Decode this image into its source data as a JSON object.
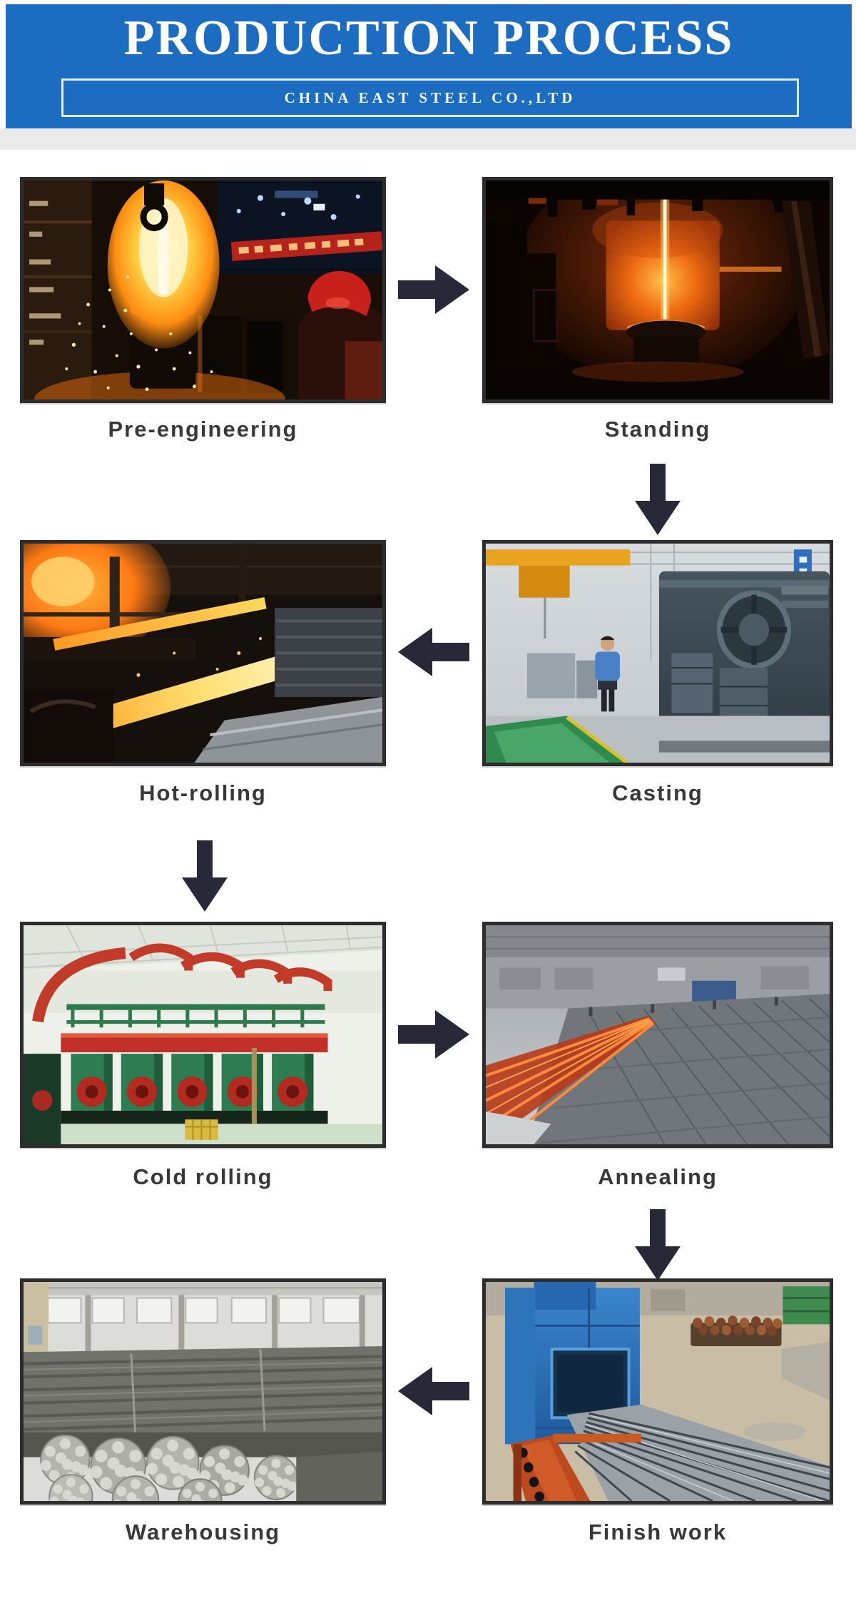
{
  "header": {
    "title": "PRODUCTION PROCESS",
    "company": "CHINA EAST STEEL CO.,LTD"
  },
  "steps": [
    {
      "label": "Pre-engineering"
    },
    {
      "label": "Standing"
    },
    {
      "label": "Hot-rolling"
    },
    {
      "label": "Casting"
    },
    {
      "label": "Cold rolling"
    },
    {
      "label": "Annealing"
    },
    {
      "label": "Warehousing"
    },
    {
      "label": "Finish work"
    }
  ],
  "flow_arrows": [
    {
      "between": "Pre-engineering to Standing",
      "direction": "right"
    },
    {
      "between": "Standing to Casting",
      "direction": "down"
    },
    {
      "between": "Casting to Hot-rolling",
      "direction": "left"
    },
    {
      "between": "Hot-rolling to Cold rolling",
      "direction": "down"
    },
    {
      "between": "Cold rolling to Annealing",
      "direction": "right"
    },
    {
      "between": "Annealing to Finish work",
      "direction": "down"
    },
    {
      "between": "Finish work to Warehousing",
      "direction": "left"
    }
  ],
  "colors": {
    "banner_blue": "#1c6dc1",
    "banner_border": "#ddeef9",
    "substrip_gray": "#eaeaea",
    "photo_border": "#2d2d2d",
    "caption_text": "#383838",
    "arrow": "#282838"
  }
}
